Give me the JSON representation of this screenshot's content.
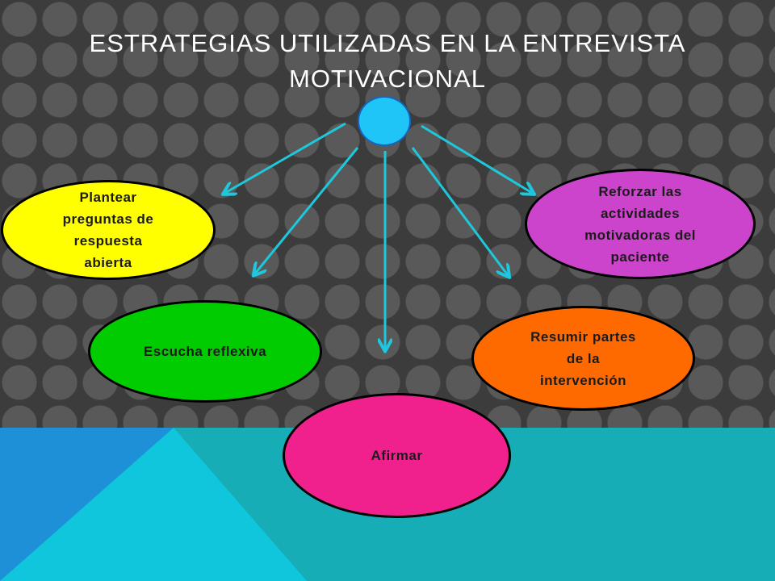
{
  "slide": {
    "title_line1": "ESTRATEGIAS UTILIZADAS EN LA ENTREVISTA",
    "title_line2": "MOTIVACIONAL"
  },
  "diagram": {
    "hub_color": "#20c5f7",
    "arrow_color": "#1ec8dc",
    "nodes": [
      {
        "id": "plantear",
        "lines": [
          "Plantear",
          "preguntas de",
          "respuesta",
          "abierta"
        ],
        "color": "#ffff00"
      },
      {
        "id": "escucha",
        "lines": [
          "Escucha reflexiva"
        ],
        "color": "#00cc00"
      },
      {
        "id": "afirmar",
        "lines": [
          "Afirmar"
        ],
        "color": "#f0208c"
      },
      {
        "id": "resumir",
        "lines": [
          "Resumir partes",
          "de la",
          "intervención"
        ],
        "color": "#ff6a00"
      },
      {
        "id": "reforzar",
        "lines": [
          "Reforzar las",
          "actividades",
          "motivadoras del",
          "paciente"
        ],
        "color": "#cc44cc"
      }
    ]
  },
  "colors": {
    "background_dark": "#3c3c3c",
    "dot": "#595959",
    "floor_teal": "#1ab0b8",
    "floor_cyan": "#0fc6dd",
    "floor_blue": "#1e90d8"
  }
}
